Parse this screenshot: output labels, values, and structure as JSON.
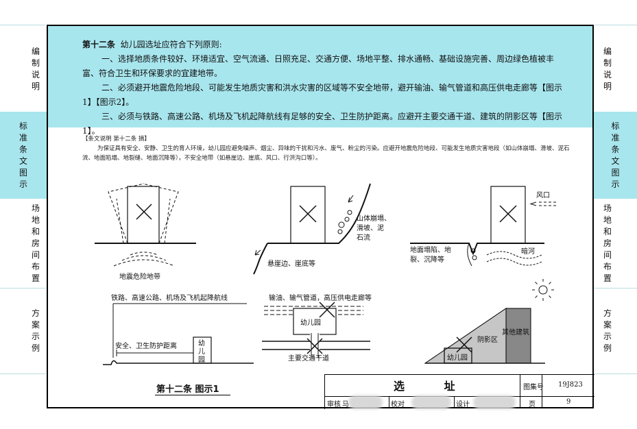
{
  "side_tabs": {
    "left": [
      {
        "label": [
          "编",
          "制",
          "说",
          "明"
        ]
      },
      {
        "label": [
          "标",
          "准",
          "条",
          "文",
          "图",
          "示"
        ]
      },
      {
        "label": [
          "场",
          "地",
          "和",
          "房",
          "间",
          "布",
          "置"
        ]
      },
      {
        "label": [
          "方",
          "案",
          "示",
          "例"
        ]
      }
    ],
    "right": [
      {
        "label": [
          "编",
          "制",
          "说",
          "明"
        ]
      },
      {
        "label": [
          "标",
          "准",
          "条",
          "文",
          "图",
          "示"
        ]
      },
      {
        "label": [
          "场",
          "地",
          "和",
          "房",
          "间",
          "布",
          "置"
        ]
      },
      {
        "label": [
          "方",
          "案",
          "示",
          "例"
        ]
      }
    ],
    "active_index": 1
  },
  "article": {
    "heading": "第十二条",
    "intro": "幼儿园选址应符合下列原则:",
    "items": [
      "一、选择地质条件较好、环境适宜、空气流通、日照充足、交通方便、场地平整、排水通畅、基础设施完善、周边绿色植被丰富、符合卫生和环保要求的宜建地带。",
      "二、必须避开地震危险地段、可能发生地质灾害和洪水灾害的区域等不安全地带，避开输油、输气管道和高压供电走廊等【图示1】【图示2】。",
      "三、必须与铁路、高速公路、机场及飞机起降航线有足够的安全、卫生防护距离。应避开主要交通干道、建筑的阴影区等【图示1】。"
    ],
    "highlight_color": "#a8e6ee"
  },
  "explanation": {
    "heading": "【条文说明 第十二条 摘】",
    "body": "为保证具有安全、安静、卫生的育人环境，幼儿园应避免噪声、烟尘、异味的干扰和污水、废气、粉尘的污染。应避开地震危险地段、可能发生地质灾害地段（如山体崩塌、滑坡、泥石流、地面陷塌、地裂缝、地面沉降等），不安全地带（如悬崖边、崖底、风口、行洪沟口等）。"
  },
  "diagrams": {
    "earthquake": "地震危险地带",
    "landslide": [
      "山体崩塌、",
      "滑坡、泥",
      "石流"
    ],
    "cliff": "悬崖边、崖底等",
    "wind": "风口",
    "subsidence": [
      "地面塌陷、地",
      "裂、沉降等"
    ],
    "river": "暗河",
    "railway_title": "铁路、高速公路、机场及飞机起降航线",
    "safety_distance": "安全、卫生防护距离",
    "kindergarten": "幼儿园",
    "kindergarten_vertical": [
      "幼",
      "儿",
      "园"
    ],
    "pipeline_title": "输油、输气管道，高压供电走廊等",
    "main_road": "主要交通干道",
    "shadow": "阴影区",
    "other_building": "其他建筑"
  },
  "caption": "第十二条 图示1",
  "title_block": {
    "title": "选  址",
    "atlas_label": "图集号",
    "atlas_no": "19J823",
    "review": "审核",
    "review_char": "马",
    "check": "校对",
    "design": "设计",
    "page_label": "页",
    "page_no": "9"
  }
}
